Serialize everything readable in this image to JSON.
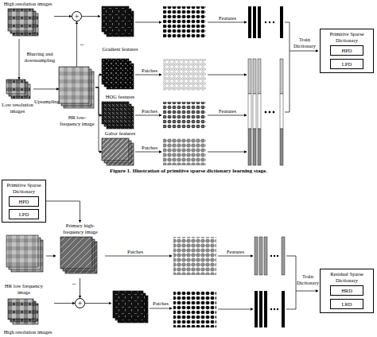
{
  "diagram": {
    "caption": "Figure 1. Illustration of primitive sparse dictionary learning stage.",
    "nodes": [
      {
        "text": [
          "High resolution images"
        ]
      },
      {
        "text": [
          "+"
        ]
      },
      {
        "text": [
          "Low resolution images"
        ]
      },
      {
        "text": [
          "HR low-frequency image"
        ]
      },
      {
        "text": [
          "Gradient features"
        ]
      },
      {
        "text": [
          "HOG features"
        ]
      },
      {
        "text": [
          "Gabor features"
        ]
      },
      {
        "text": [
          "Primitive Sparse Dictionary"
        ]
      },
      {
        "text": [
          "HPD"
        ],
        "in": 7
      },
      {
        "text": [
          "LPD"
        ],
        "in": 7
      },
      {
        "text": [
          "Primitive Sparse Dictionary"
        ]
      },
      {
        "text": [
          "HPD"
        ],
        "in": 10
      },
      {
        "text": [
          "LPD"
        ],
        "in": 10
      },
      {
        "text": [
          "Primary high-frequency image"
        ]
      },
      {
        "text": [
          "HR low frequency image"
        ]
      },
      {
        "text": [
          "+"
        ]
      },
      {
        "text": [
          "High resolution images"
        ]
      },
      {
        "text": [
          "Residual Sparse Dictionary"
        ]
      },
      {
        "text": [
          "HRD"
        ],
        "in": 17
      },
      {
        "text": [
          "LRD"
        ],
        "in": 17
      }
    ],
    "edges": [
      {
        "from": 0,
        "to": 1,
        "arrow": "to"
      },
      {
        "from": 0,
        "to": 2,
        "arrow": "to",
        "label": "Blurring and downsampling"
      },
      {
        "from": 2,
        "to": 3,
        "arrow": "to",
        "label": "Upsampling"
      },
      {
        "from": 3,
        "to": 1,
        "arrow": "to",
        "label": "−"
      },
      {
        "from": 3,
        "to": 4,
        "arrow": "to"
      },
      {
        "from": 3,
        "to": 5,
        "arrow": "to"
      },
      {
        "from": 3,
        "to": 6,
        "arrow": "to"
      },
      {
        "from": 10,
        "to": 13,
        "arrow": "to"
      },
      {
        "from": 14,
        "to": 13,
        "arrow": "to"
      },
      {
        "from": 13,
        "to": 15,
        "arrow": "to",
        "label": "−"
      },
      {
        "from": 16,
        "to": 15,
        "arrow": "to"
      }
    ],
    "labels": [
      "Patches",
      "Patches",
      "Patches",
      "Features",
      "Features",
      "Train Dictionary",
      "Patches",
      "Patches",
      "Features",
      "Train Dictionary"
    ]
  }
}
